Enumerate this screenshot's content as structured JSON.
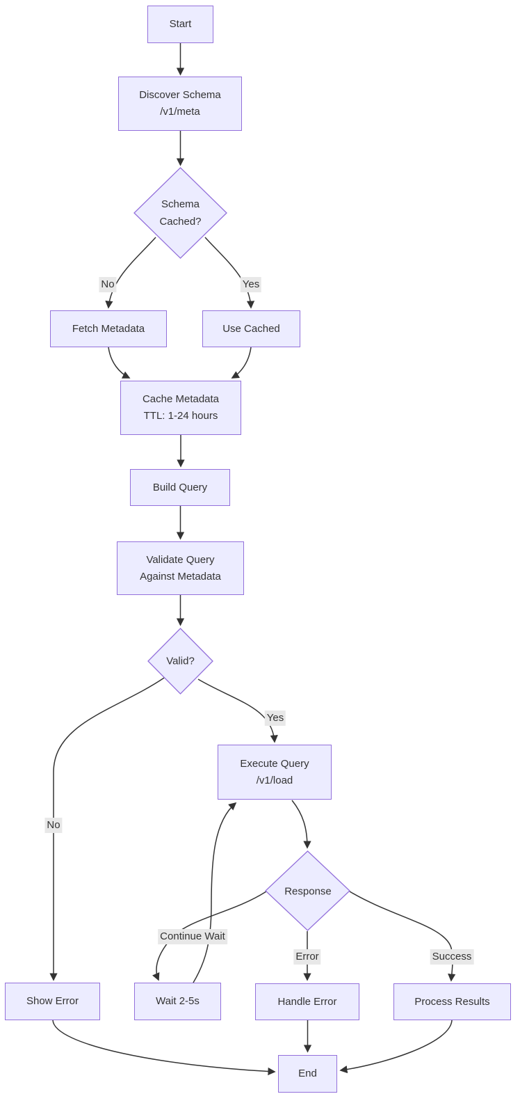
{
  "diagram": {
    "type": "flowchart",
    "direction": "top-down",
    "colors": {
      "node_fill": "#ECECFF",
      "node_border": "#9370DB",
      "edge": "#333333",
      "edge_label_bg": "#e8e8e8",
      "text": "#333333"
    },
    "nodes": {
      "start": {
        "shape": "rect",
        "label": "Start"
      },
      "discover_schema": {
        "shape": "rect",
        "line1": "Discover Schema",
        "line2": "/v1/meta"
      },
      "schema_cached": {
        "shape": "diamond",
        "line1": "Schema",
        "line2": "Cached?"
      },
      "fetch_metadata": {
        "shape": "rect",
        "label": "Fetch Metadata"
      },
      "use_cached": {
        "shape": "rect",
        "label": "Use Cached"
      },
      "cache_metadata": {
        "shape": "rect",
        "line1": "Cache Metadata",
        "line2": "TTL: 1-24 hours"
      },
      "build_query": {
        "shape": "rect",
        "label": "Build Query"
      },
      "validate_query": {
        "shape": "rect",
        "line1": "Validate Query",
        "line2": "Against Metadata"
      },
      "valid": {
        "shape": "diamond",
        "label": "Valid?"
      },
      "execute_query": {
        "shape": "rect",
        "line1": "Execute Query",
        "line2": "/v1/load"
      },
      "response": {
        "shape": "diamond",
        "label": "Response"
      },
      "show_error": {
        "shape": "rect",
        "label": "Show Error"
      },
      "wait": {
        "shape": "rect",
        "label": "Wait 2-5s"
      },
      "handle_error": {
        "shape": "rect",
        "label": "Handle Error"
      },
      "process_results": {
        "shape": "rect",
        "label": "Process Results"
      },
      "end": {
        "shape": "rect",
        "label": "End"
      }
    },
    "edges": [
      {
        "from": "start",
        "to": "discover_schema",
        "label": ""
      },
      {
        "from": "discover_schema",
        "to": "schema_cached",
        "label": ""
      },
      {
        "from": "schema_cached",
        "to": "fetch_metadata",
        "label": "No"
      },
      {
        "from": "schema_cached",
        "to": "use_cached",
        "label": "Yes"
      },
      {
        "from": "fetch_metadata",
        "to": "cache_metadata",
        "label": ""
      },
      {
        "from": "use_cached",
        "to": "cache_metadata",
        "label": ""
      },
      {
        "from": "cache_metadata",
        "to": "build_query",
        "label": ""
      },
      {
        "from": "build_query",
        "to": "validate_query",
        "label": ""
      },
      {
        "from": "validate_query",
        "to": "valid",
        "label": ""
      },
      {
        "from": "valid",
        "to": "show_error",
        "label": "No"
      },
      {
        "from": "valid",
        "to": "execute_query",
        "label": "Yes"
      },
      {
        "from": "execute_query",
        "to": "response",
        "label": ""
      },
      {
        "from": "response",
        "to": "wait",
        "label": "Continue Wait"
      },
      {
        "from": "wait",
        "to": "execute_query",
        "label": ""
      },
      {
        "from": "response",
        "to": "handle_error",
        "label": "Error"
      },
      {
        "from": "response",
        "to": "process_results",
        "label": "Success"
      },
      {
        "from": "show_error",
        "to": "end",
        "label": ""
      },
      {
        "from": "handle_error",
        "to": "end",
        "label": ""
      },
      {
        "from": "process_results",
        "to": "end",
        "label": ""
      }
    ]
  }
}
